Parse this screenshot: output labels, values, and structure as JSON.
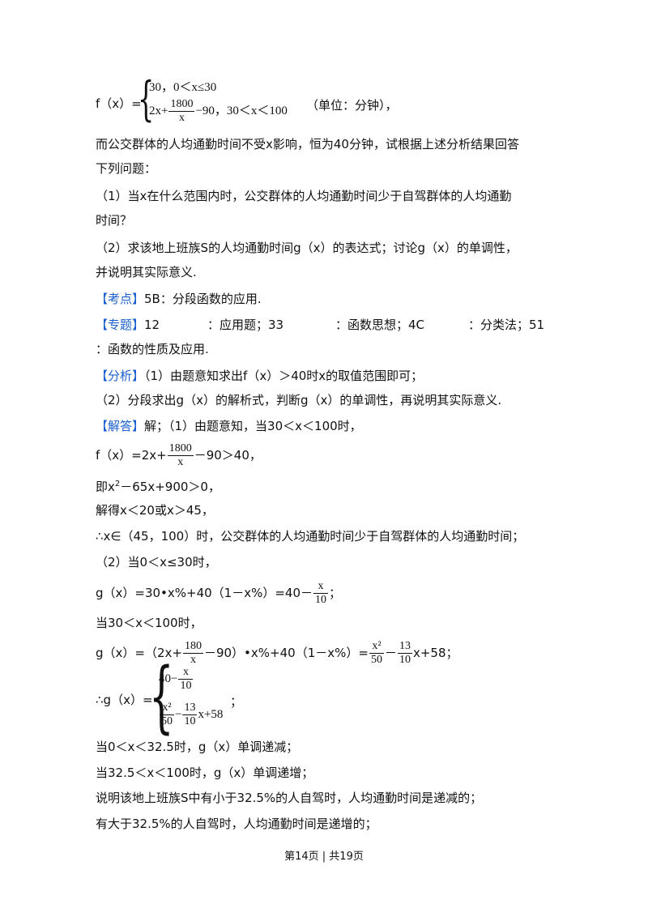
{
  "f_def": {
    "lhs": "f（x）=",
    "case1": "30，0＜x≤30",
    "case2_pre": "2x+",
    "case2_num": "1800",
    "case2_den": "x",
    "case2_post": "−90，30＜x＜100",
    "tail": "（单位：分钟），"
  },
  "para1": "而公交群体的人均通勤时间不受x影响，恒为40分钟，试根据上述分析结果回答",
  "para2": "下列问题：",
  "q1a": "（1）当x在什么范围内时，公交群体的人均通勤时间少于自驾群体的人均通勤",
  "q1b": "时间？",
  "q2a": "（2）求该地上班族S的人均通勤时间g（x）的表达式；讨论g（x）的单调性，",
  "q2b": "并说明其实际意义.",
  "kaodian_tag": "【考点】",
  "kaodian": "5B：分段函数的应用.",
  "zhuanti_tag": "【专题】",
  "zhuanti_1": "12",
  "zhuanti_2": "：应用题；33",
  "zhuanti_3": "：函数思想；4C",
  "zhuanti_4": "：分类法；51",
  "zhuanti_5": "：函数的性质及应用.",
  "fenxi_tag": "【分析】",
  "fenxi1": "（1）由题意知求出f（x）＞40时x的取值范围即可；",
  "fenxi2": "（2）分段求出g（x）的解析式，判断g（x）的单调性，再说明其实际意义.",
  "jieda_tag": "【解答】",
  "jieda1": "解；（1）由题意知，当30＜x＜100时，",
  "eq1_pre": "f（x）=2x+",
  "eq1_num": "1800",
  "eq1_den": "x",
  "eq1_post": "－90＞40，",
  "eq2_a": "即x",
  "eq2_sup": "2",
  "eq2_b": "－65x+900＞0，",
  "eq3": "解得x＜20或x＞45，",
  "eq4": "∴x∈（45，100）时，公交群体的人均通勤时间少于自驾群体的人均通勤时间；",
  "eq5": "（2）当0＜x≤30时，",
  "eq6_pre": "g（x）=30•x%+40（1－x%）=40－",
  "eq6_num": "x",
  "eq6_den": "10",
  "eq6_post": "；",
  "eq7": "当30＜x＜100时，",
  "eq8_pre": "g（x）=（2x+",
  "eq8_num1": "180",
  "eq8_den1": "x",
  "eq8_mid": "－90）•x%+40（1－x%）=",
  "eq8_num2": "x²",
  "eq8_den2": "50",
  "eq8_minus": "－",
  "eq8_num3": "13",
  "eq8_den3": "10",
  "eq8_post": "x+58；",
  "g_lhs": "∴g（x）=",
  "g_c1_pre": "40−",
  "g_c1_num": "x",
  "g_c1_den": "10",
  "g_c2_num1": "x²",
  "g_c2_den1": "50",
  "g_c2_minus": "−",
  "g_c2_num2": "13",
  "g_c2_den2": "10",
  "g_c2_post": "x+58",
  "g_tail": "；",
  "mono1": "当0＜x＜32.5时，g（x）单调递减；",
  "mono2": "当32.5＜x＜100时，g（x）单调递增；",
  "mean1": "说明该地上班族S中有小于32.5%的人自驾时，人均通勤时间是递减的；",
  "mean2": "有大于32.5%的人自驾时，人均通勤时间是递增的；",
  "footer": "第14页 | 共19页"
}
